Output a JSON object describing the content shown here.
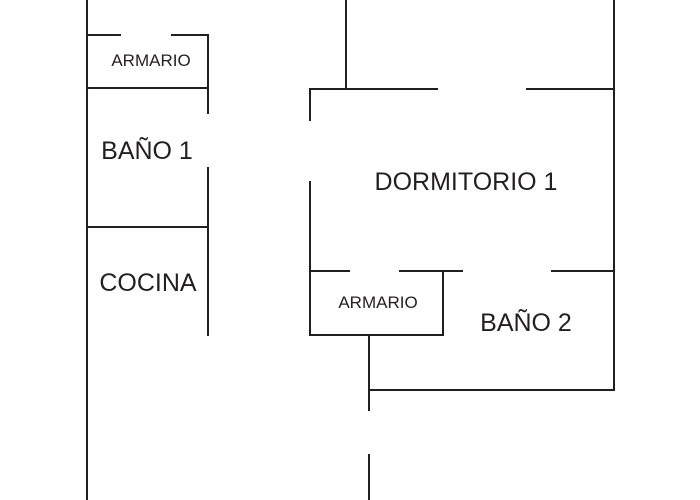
{
  "rooms": {
    "armario_left": "ARMARIO",
    "bano_1": "BAÑO 1",
    "cocina": "COCINA",
    "dormitorio_1": "DORMITORIO 1",
    "armario_center": "ARMARIO",
    "bano_2": "BAÑO 2"
  },
  "colors": {
    "ink": "#231f20",
    "background": "#ffffff"
  }
}
